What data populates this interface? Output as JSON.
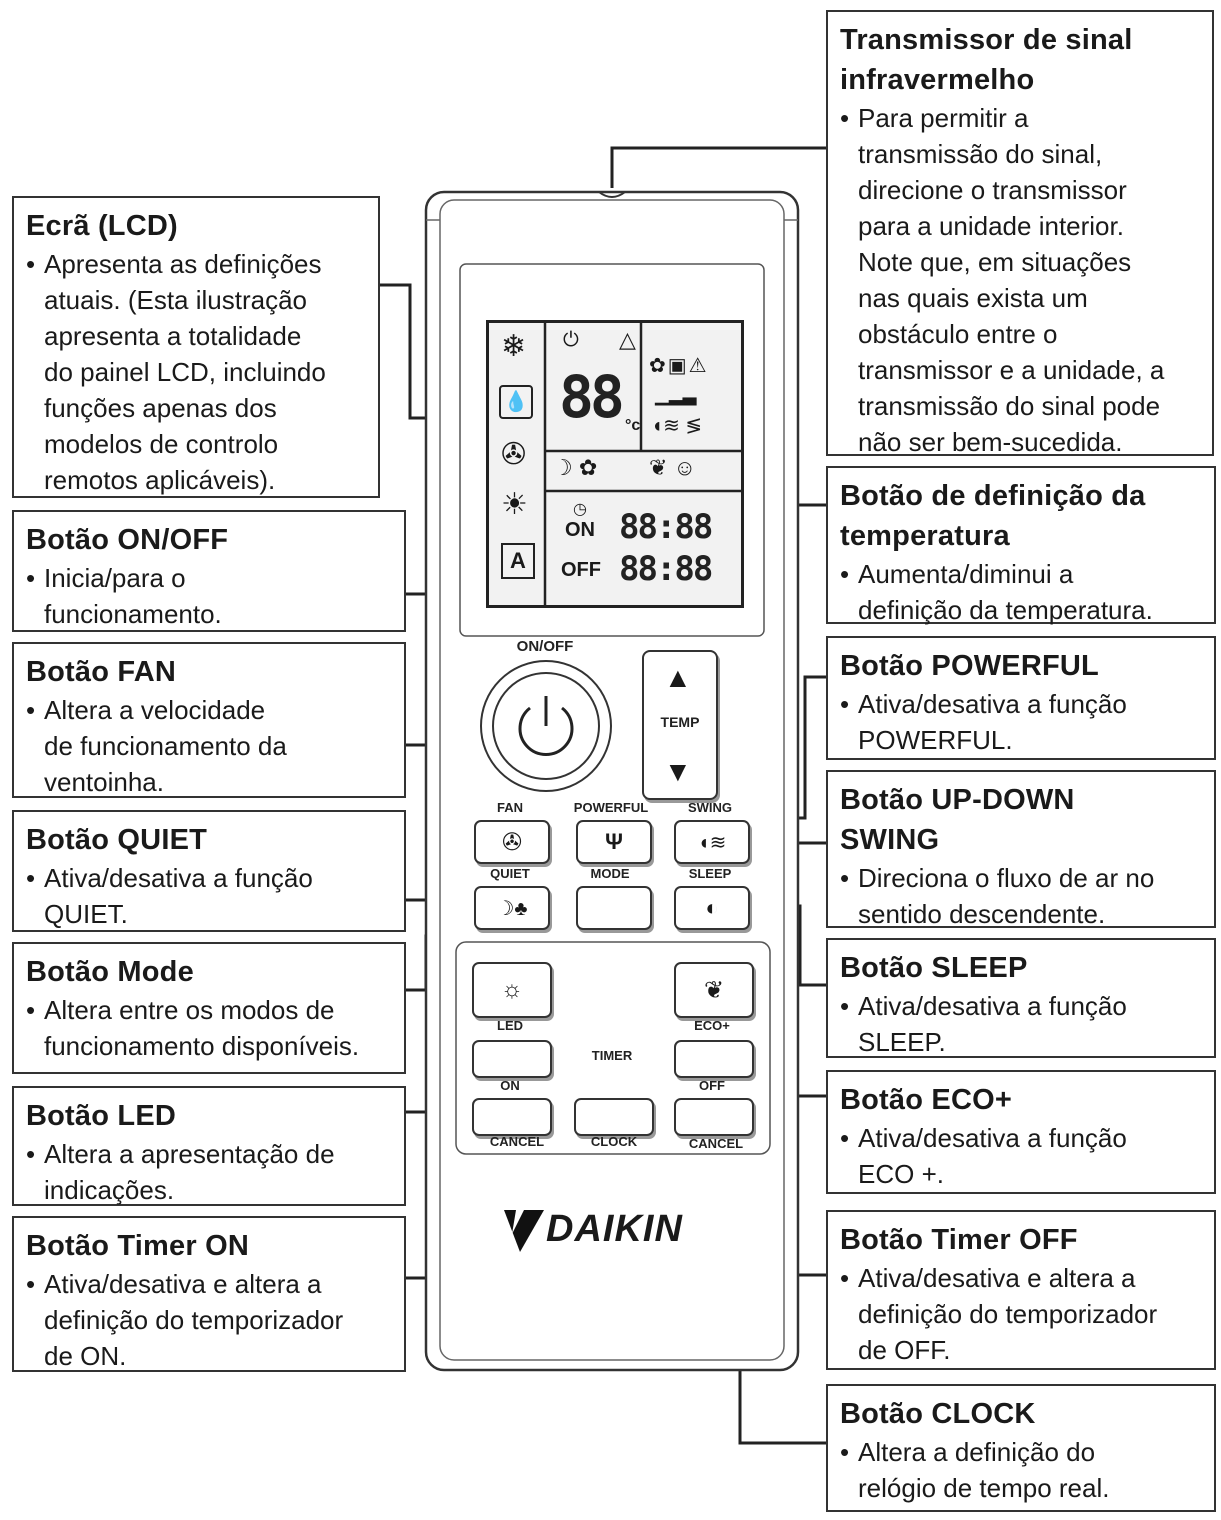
{
  "callouts": {
    "transmissor": {
      "title_line1": "Transmissor de sinal",
      "title_line2": "infravermelho",
      "desc": [
        "Para permitir a",
        "transmissão do sinal,",
        "direcione o transmissor",
        "para a unidade interior.",
        "Note que, em situações",
        "nas quais exista um",
        "obstáculo entre o",
        "transmissor e a unidade, a",
        "transmissão do sinal pode",
        "não ser bem-sucedida."
      ]
    },
    "ecra": {
      "title": "Ecrã (LCD)",
      "desc": [
        "Apresenta as definições",
        "atuais. (Esta ilustração",
        "apresenta a totalidade",
        "do painel LCD, incluindo",
        "funções apenas dos",
        "modelos de controlo",
        "remotos aplicáveis)."
      ]
    },
    "onoff": {
      "title": "Botão ON/OFF",
      "desc": [
        "Inicia/para o",
        "funcionamento."
      ]
    },
    "fan": {
      "title": "Botão FAN",
      "desc": [
        "Altera a velocidade",
        "de funcionamento da",
        "ventoinha."
      ]
    },
    "quiet": {
      "title": "Botão QUIET",
      "desc": [
        "Ativa/desativa a função",
        "QUIET."
      ]
    },
    "mode": {
      "title": "Botão Mode",
      "desc": [
        "Altera entre os modos de",
        "funcionamento disponíveis."
      ]
    },
    "led": {
      "title": "Botão LED",
      "desc": [
        "Altera a apresentação de",
        "indicações."
      ]
    },
    "timer_on": {
      "title": "Botão Timer ON",
      "desc": [
        "Ativa/desativa e altera a",
        "definição do temporizador",
        "de ON."
      ]
    },
    "temp": {
      "title_line1": "Botão de definição da",
      "title_line2": "temperatura",
      "desc": [
        "Aumenta/diminui a",
        "definição da temperatura."
      ]
    },
    "powerful": {
      "title": "Botão POWERFUL",
      "desc": [
        "Ativa/desativa a função",
        "POWERFUL."
      ]
    },
    "swing": {
      "title_line1": "Botão UP-DOWN",
      "title_line2": "SWING",
      "desc": [
        "Direciona o fluxo de ar no",
        "sentido descendente."
      ]
    },
    "sleep": {
      "title": "Botão SLEEP",
      "desc": [
        "Ativa/desativa a função",
        "SLEEP."
      ]
    },
    "eco": {
      "title": "Botão ECO+",
      "desc": [
        "Ativa/desativa a função",
        "ECO +."
      ]
    },
    "timer_off": {
      "title": "Botão Timer OFF",
      "desc": [
        "Ativa/desativa e altera a",
        "definição do temporizador",
        "de OFF."
      ]
    },
    "clock": {
      "title": "Botão CLOCK",
      "desc": [
        "Altera a definição do",
        "relógio de tempo real."
      ]
    }
  },
  "remote": {
    "brand": "DAIKIN",
    "labels": {
      "onoff": "ON/OFF",
      "temp": "TEMP",
      "fan": "FAN",
      "powerful": "POWERFUL",
      "swing": "SWING",
      "quiet": "QUIET",
      "mode": "MODE",
      "sleep": "SLEEP",
      "led": "LED",
      "eco": "ECO+",
      "timer": "TIMER",
      "on": "ON",
      "off": "OFF",
      "cancel_left": "CANCEL",
      "clock": "CLOCK",
      "cancel_right": "CANCEL"
    },
    "lcd": {
      "digits_big": "88",
      "digits_time_on": "88:88",
      "digits_time_off": "88:88",
      "on": "ON",
      "off": "OFF",
      "auto": "A"
    }
  }
}
